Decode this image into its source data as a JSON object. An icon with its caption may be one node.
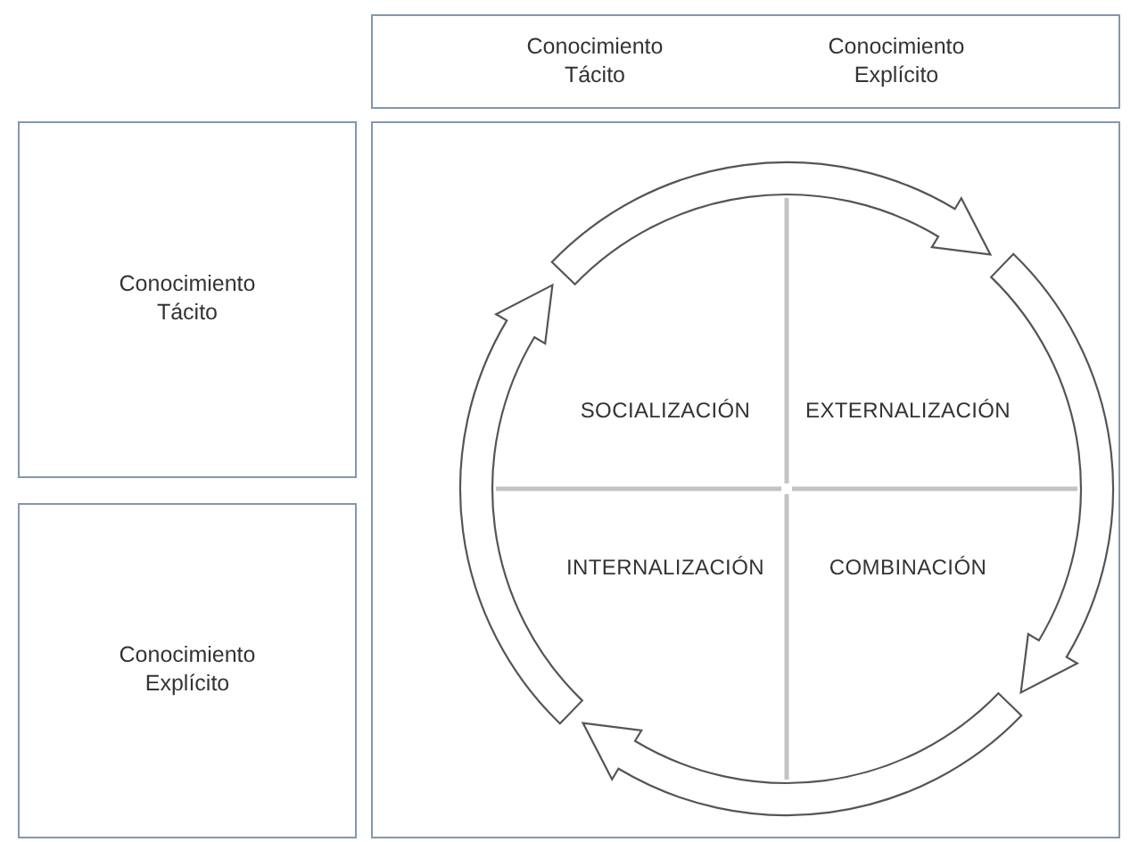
{
  "diagram": {
    "nodes": [
      {
        "text": [
          "Conocimiento Tácito",
          "Conocimiento Explícito"
        ]
      },
      {
        "text": [
          "Conocimiento Tácito"
        ]
      },
      {
        "text": [
          "Conocimiento Explícito"
        ]
      },
      {
        "text": [],
        "shape": "box"
      },
      {
        "text": [
          "SOCIALIZACIÓN"
        ],
        "in": 3
      },
      {
        "text": [
          "EXTERNALIZACIÓN"
        ],
        "in": 3
      },
      {
        "text": [
          "INTERNALIZACIÓN"
        ],
        "in": 3
      },
      {
        "text": [
          "COMBINACIÓN"
        ],
        "in": 3
      }
    ],
    "edges": [
      {
        "from": 4,
        "to": 5,
        "arrow": "to"
      },
      {
        "from": 5,
        "to": 7,
        "arrow": "to"
      },
      {
        "from": 7,
        "to": 6,
        "arrow": "to"
      },
      {
        "from": 6,
        "to": 4,
        "arrow": "to"
      }
    ]
  }
}
